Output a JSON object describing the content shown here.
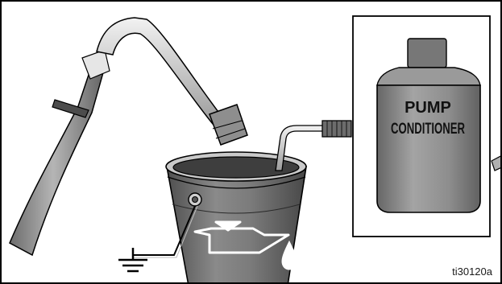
{
  "figure": {
    "bottle_label_line1": "PUMP",
    "bottle_label_line2": "CONDITIONER",
    "reference_code": "ti30120a"
  },
  "icons": [
    "ground-symbol-icon",
    "oil-can-icon",
    "oil-drop-icon"
  ],
  "colors": {
    "outline": "#000000",
    "metal_light": "#d9d9d9",
    "metal_mid": "#9a9a9a",
    "metal_dark": "#5a5a5a",
    "bucket_body": "#6e6e6e",
    "bottle_body": "#8a8a8a",
    "hose": "#8d8d8d"
  }
}
